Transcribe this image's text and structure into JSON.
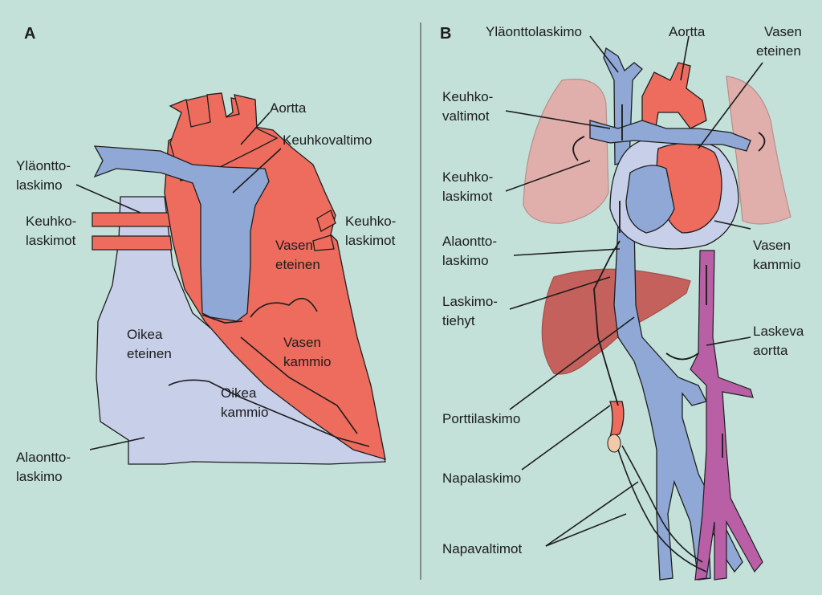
{
  "panel_a": {
    "letter": "A",
    "labels": {
      "aortta": "Aortta",
      "keuhkovaltimo": "Keuhkovaltimo",
      "ylaontto_1": "Yläontto-",
      "ylaontto_2": "laskimo",
      "keuhkolaskimot_left_1": "Keuhko-",
      "keuhkolaskimot_left_2": "laskimot",
      "keuhkolaskimot_right_1": "Keuhko-",
      "keuhkolaskimot_right_2": "laskimot",
      "vasen_eteinen_1": "Vasen",
      "vasen_eteinen_2": "eteinen",
      "oikea_eteinen_1": "Oikea",
      "oikea_eteinen_2": "eteinen",
      "vasen_kammio_1": "Vasen",
      "vasen_kammio_2": "kammio",
      "oikea_kammio_1": "Oikea",
      "oikea_kammio_2": "kammio",
      "alaontto_1": "Alaontto-",
      "alaontto_2": "laskimo"
    }
  },
  "panel_b": {
    "letter": "B",
    "labels": {
      "ylaonttolaskimo": "Yläonttolaskimo",
      "aortta": "Aortta",
      "vasen_eteinen_1": "Vasen",
      "vasen_eteinen_2": "eteinen",
      "keuhkovaltimot_1": "Keuhko-",
      "keuhkovaltimot_2": "valtimot",
      "keuhkolaskimot_1": "Keuhko-",
      "keuhkolaskimot_2": "laskimot",
      "alaontto_1": "Alaontto-",
      "alaontto_2": "laskimo",
      "vasen_kammio_1": "Vasen",
      "vasen_kammio_2": "kammio",
      "laskimotiehyt_1": "Laskimo-",
      "laskimotiehyt_2": "tiehyt",
      "laskeva_aortta_1": "Laskeva",
      "laskeva_aortta_2": "aortta",
      "porttilaskimo": "Porttilaskimo",
      "napalaskimo": "Napalaskimo",
      "napavaltimot": "Napavaltimot"
    }
  },
  "colors": {
    "background": "#c3e0d9",
    "oxygenated": "#ee6c5d",
    "deoxygenated": "#8fa8d6",
    "right_atrium": "#c7cfe9",
    "descending_aorta": "#b95fa6"
  }
}
